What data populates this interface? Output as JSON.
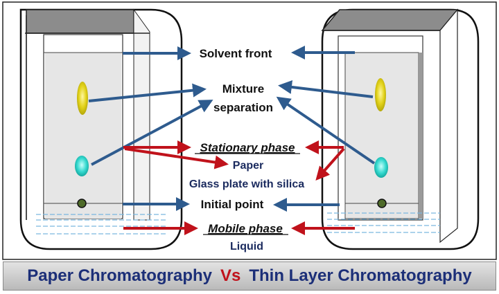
{
  "labels": {
    "solvent_front": "Solvent front",
    "mixture_line1": "Mixture",
    "mixture_line2": "separation",
    "stationary_phase": "Stationary phase",
    "paper": "Paper",
    "glass_plate": "Glass plate with silica",
    "initial_point": "Initial point",
    "mobile_phase": "Mobile phase",
    "liquid": "Liquid"
  },
  "footer": {
    "left": "Paper Chromatography",
    "vs": "Vs",
    "right": "Thin Layer Chromatography"
  },
  "colors": {
    "navy_arrow": "#2e5b8e",
    "red_arrow": "#c0121b",
    "yellow_spot": "#e2d21a",
    "cyan_spot": "#35d9cf",
    "initial_dot": "#4f6b2a",
    "plate_fill": "#e6e6e6",
    "liquid_line": "#7ab7df"
  }
}
